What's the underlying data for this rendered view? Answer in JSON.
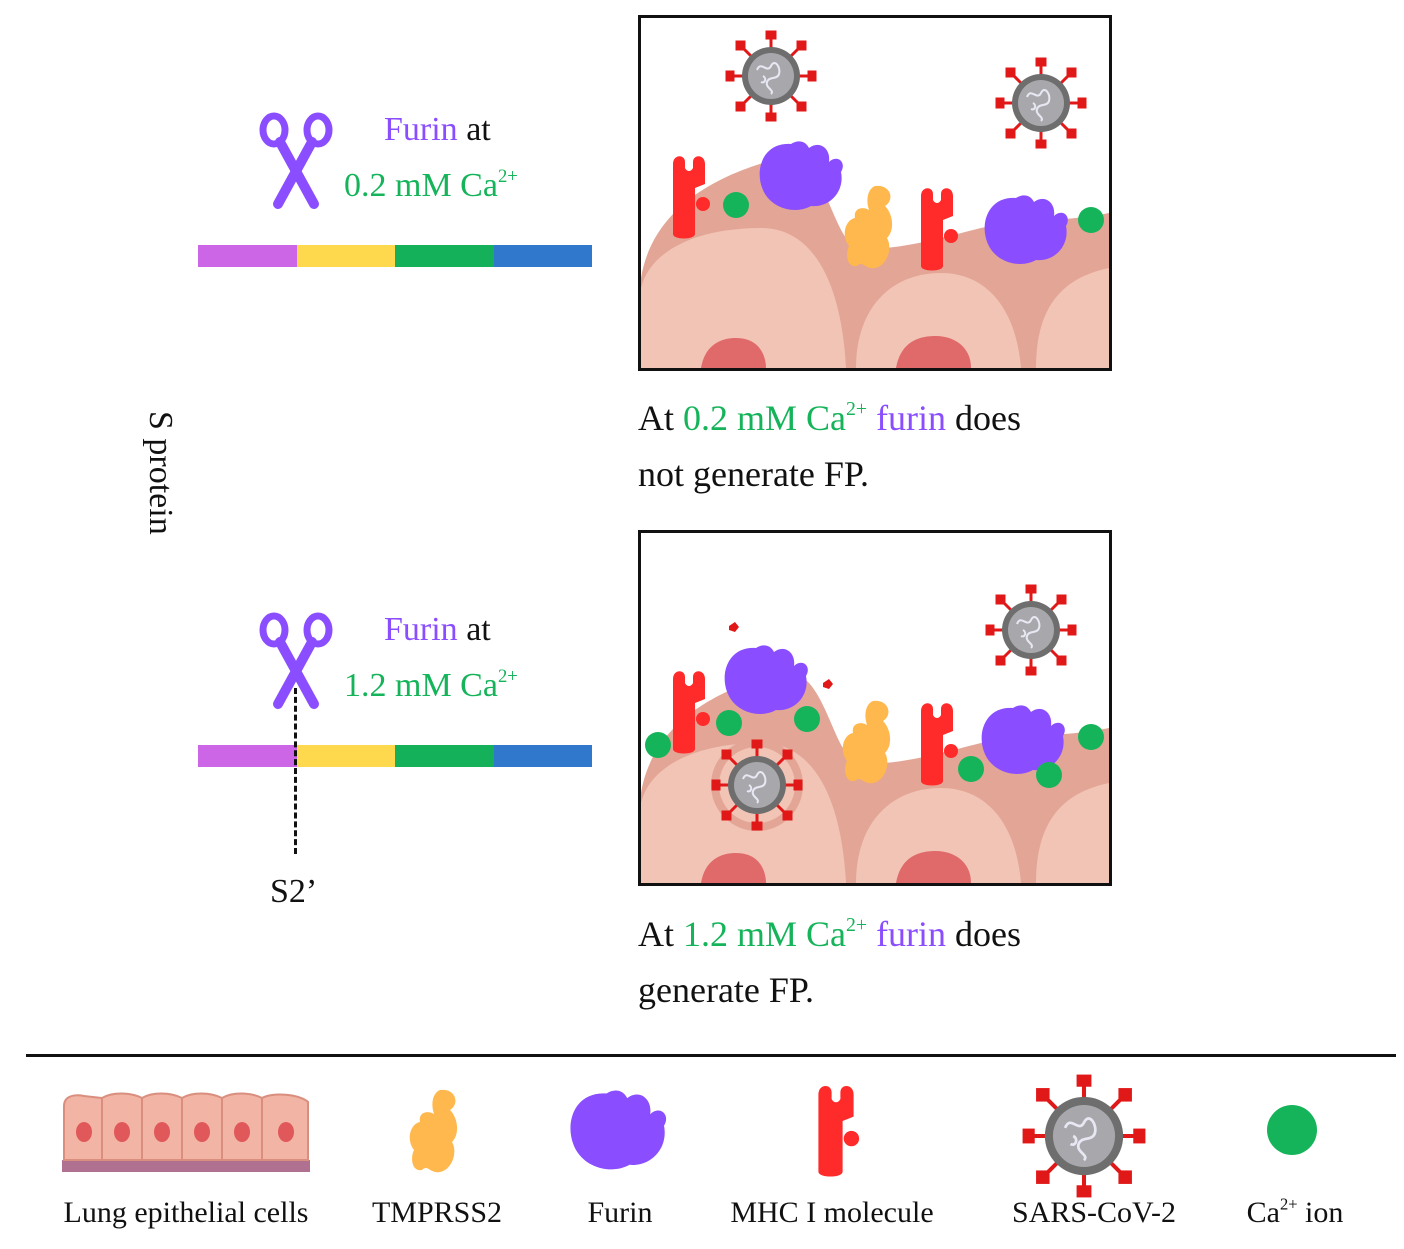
{
  "vertical_label": "S protein",
  "top": {
    "enzyme_word": "Furin",
    "enzyme_at": "at",
    "conc": "0.2 mM Ca",
    "conc_sup": "2+",
    "caption_at": "At",
    "caption_conc": "0.2 mM Ca",
    "caption_sup": "2+",
    "caption_furin": "furin",
    "caption_rest1": "does",
    "caption_line2": "not generate FP."
  },
  "bottom": {
    "enzyme_word": "Furin",
    "enzyme_at": "at",
    "conc": "1.2 mM Ca",
    "conc_sup": "2+",
    "cleavage_label": "S2’",
    "caption_at": "At",
    "caption_conc": "1.2 mM Ca",
    "caption_sup": "2+",
    "caption_furin": "furin",
    "caption_rest1": "does",
    "caption_line2": "generate FP."
  },
  "protein_bar_colors": [
    "#cc66e6",
    "#ffd94d",
    "#14b05a",
    "#2f78cc"
  ],
  "legend": {
    "lung": "Lung epithelial cells",
    "tmprss2": "TMPRSS2",
    "furin": "Furin",
    "mhc": "MHC I molecule",
    "sars": "SARS-CoV-2",
    "ca": "Ca",
    "ca_sup": "2+",
    "ca_rest": "ion"
  },
  "colors": {
    "furin": "#8a4dff",
    "calcium": "#16b45a",
    "tmprss2": "#ffb84d",
    "mhc": "#ff2a2a",
    "cell_outer": "#e3a595",
    "cell_inner": "#f2c4b5",
    "nucleus": "#e06a6a"
  }
}
